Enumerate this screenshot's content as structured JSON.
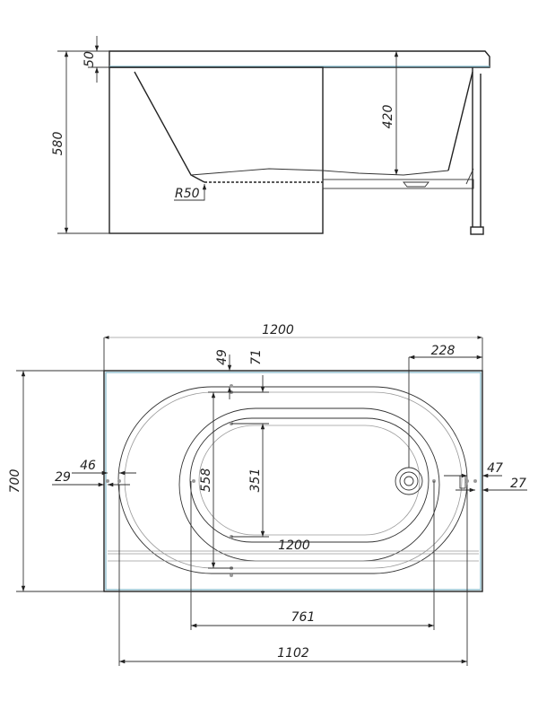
{
  "side_view": {
    "dims": {
      "rim_thickness": "50",
      "total_height": "580",
      "inner_depth": "420",
      "bottom_radius": "R50"
    }
  },
  "top_view": {
    "dims": {
      "outer_length": "1200",
      "inner_length_ref": "1200",
      "drain_offset": "228",
      "rim_gap_a": "49",
      "rim_gap_b": "71",
      "left_gap_a": "29",
      "left_gap_b": "46",
      "right_gap_a": "47",
      "right_gap_b": "27",
      "inner_width": "558",
      "bottom_width": "351",
      "bottom_length": "761",
      "basin_length": "1102",
      "outer_width": "700"
    }
  },
  "colors": {
    "line": "#222222",
    "rim_highlight": "#7fb6c8",
    "hidden_line": "#9a9a9a"
  }
}
